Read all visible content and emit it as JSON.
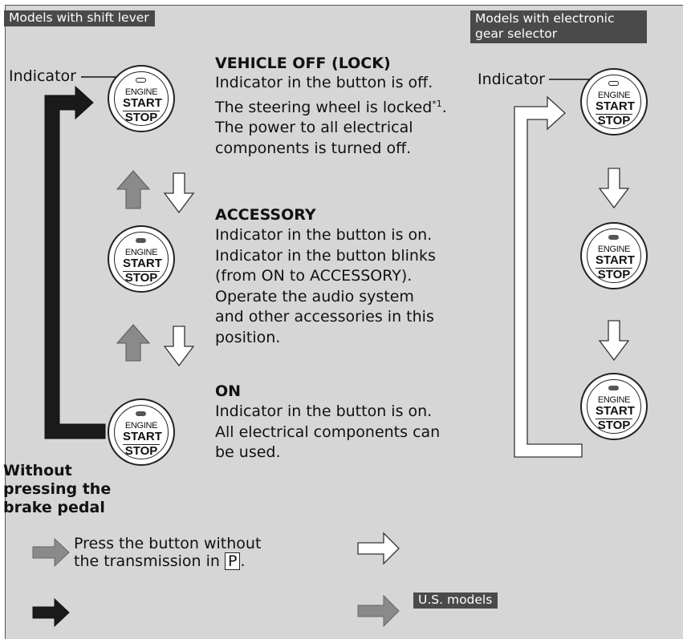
{
  "labels": {
    "shift_lever": "Models with shift lever",
    "electronic_line1": "Models with electronic",
    "electronic_line2": "gear selector",
    "indicator": "Indicator",
    "us_models": "U.S. models"
  },
  "button_text": {
    "engine": "ENGINE",
    "start": "START",
    "stop": "STOP"
  },
  "modes": [
    {
      "heading": "VEHICLE OFF (LOCK)",
      "lines": [
        "Indicator in the button is off.",
        "The steering wheel is locked",
        "The power to all electrical",
        "components is turned off."
      ],
      "footnote": "*1",
      "line_end": ".",
      "indicator_on": false
    },
    {
      "heading": "ACCESSORY",
      "lines": [
        "Indicator in the button is on.",
        "Indicator in the button blinks",
        "(from ON to ACCESSORY).",
        "Operate the audio system",
        "and other accessories in this",
        "position."
      ],
      "indicator_on": true
    },
    {
      "heading": "ON",
      "lines": [
        "Indicator in the button is on.",
        "All electrical components can",
        "be used."
      ],
      "indicator_on": true
    }
  ],
  "without_brake": [
    "Without",
    "pressing the",
    "brake pedal"
  ],
  "legend": {
    "gray_arrow_line1": "Press the button without",
    "gray_arrow_line2": "the transmission in",
    "p_box": "P",
    "line_end": "."
  },
  "colors": {
    "panel": "#d6d6d6",
    "tag": "#4a4a4a",
    "gray_arrow": "#8a8a8a",
    "black_arrow": "#1a1a1a",
    "white_arrow": "#ffffff"
  }
}
